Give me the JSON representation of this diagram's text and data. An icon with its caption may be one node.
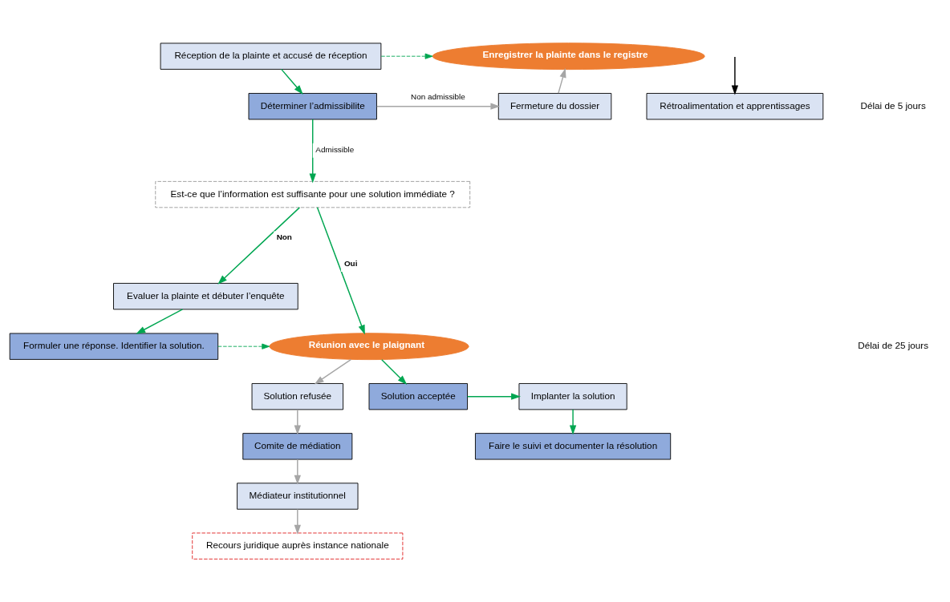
{
  "diagram": {
    "nodes": [
      {
        "text": [
          "Réception de la plainte et accusé de réception"
        ]
      },
      {
        "text": [
          "Enregistrer la plainte dans le registre"
        ]
      },
      {
        "text": [
          "Déterminer l’admissibilite"
        ]
      },
      {
        "text": [
          "Fermeture du dossier"
        ]
      },
      {
        "text": [
          "Est-ce que l’information est suffisante pour une solution immédiate ?"
        ]
      },
      {
        "text": [
          "Evaluer la plainte et débuter l’enquête"
        ]
      },
      {
        "text": [
          "Formuler une réponse. Identifier la solution."
        ]
      },
      {
        "text": [
          "Réunion avec le plaignant"
        ]
      },
      {
        "text": [
          "Solution refusée"
        ]
      },
      {
        "text": [
          "Comite de médiation"
        ]
      },
      {
        "text": [
          "Médiateur institutionnel"
        ]
      },
      {
        "text": [
          "Recours juridique auprès instance nationale"
        ]
      },
      {
        "text": [
          "Solution acceptée"
        ]
      },
      {
        "text": [
          "Implanter la solution"
        ]
      },
      {
        "text": [
          "Faire le suivi et documenter la résolution"
        ]
      },
      {
        "text": [
          "Rétroalimentation et apprentissages"
        ]
      }
    ],
    "edges": [
      {
        "from": 0,
        "to": 1,
        "arrow": "to",
        "style": "dashed"
      },
      {
        "from": 0,
        "to": 2,
        "arrow": "to"
      },
      {
        "from": 2,
        "to": 3,
        "arrow": "to",
        "label": "Non admissible",
        "color": "#a6a6a6"
      },
      {
        "from": 3,
        "to": 1,
        "arrow": "to",
        "color": "#a6a6a6"
      },
      {
        "from": 2,
        "to": 4,
        "arrow": "to",
        "label": "Admissible"
      },
      {
        "from": 4,
        "to": 5,
        "arrow": "to",
        "label": "Non"
      },
      {
        "from": 4,
        "to": 7,
        "arrow": "to",
        "label": "Oui"
      },
      {
        "from": 5,
        "to": 6,
        "arrow": "to"
      },
      {
        "from": 6,
        "to": 7,
        "arrow": "to",
        "style": "dashed"
      },
      {
        "from": 7,
        "to": 8,
        "arrow": "to",
        "color": "#a6a6a6"
      },
      {
        "from": 8,
        "to": 9,
        "arrow": "to",
        "color": "#a6a6a6"
      },
      {
        "from": 9,
        "to": 10,
        "arrow": "to",
        "color": "#a6a6a6"
      },
      {
        "from": 10,
        "to": 11,
        "arrow": "to",
        "color": "#a6a6a6"
      },
      {
        "from": 7,
        "to": 12,
        "arrow": "to"
      },
      {
        "from": 12,
        "to": 13,
        "arrow": "to"
      },
      {
        "from": 13,
        "to": 14,
        "arrow": "to"
      },
      {
        "from": null,
        "to": 15,
        "arrow": "to",
        "color": "#000000"
      }
    ],
    "labels": [
      "Délai de 5 jours",
      "Délai de 25 jours"
    ]
  }
}
